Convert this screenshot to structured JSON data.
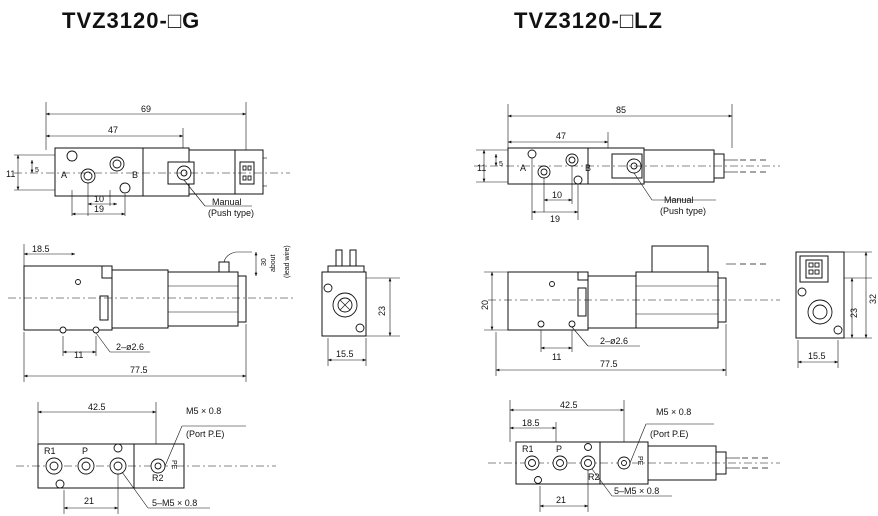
{
  "left": {
    "title": "TVZ3120-□G",
    "top_view": {
      "dim_total": "69",
      "dim_body": "47",
      "dim_height": "11",
      "dim_center": "5",
      "dim_port_a": "10",
      "dim_port_b": "19",
      "port_a": "A",
      "port_b": "B",
      "manual_label": "Manual",
      "manual_sub": "(Push type)"
    },
    "side_view": {
      "dim_left": "18.5",
      "dim_lead": "30",
      "about": "about",
      "lead_wire": "(lead wire)",
      "dim_holes_offset": "11",
      "holes_label": "2–ø2.6",
      "dim_total": "77.5"
    },
    "end_view": {
      "dim_height": "23",
      "dim_width": "15.5"
    },
    "bottom_view": {
      "dim_ports": "42.5",
      "thread_label": "M5 × 0.8",
      "port_pe_label": "(Port P.E)",
      "port_r1": "R1",
      "port_p": "P",
      "port_r2": "R2",
      "port_pe": "PE",
      "dim_spacing": "21",
      "ports_thread": "5–M5 × 0.8"
    }
  },
  "right": {
    "title": "TVZ3120-□LZ",
    "top_view": {
      "dim_total": "85",
      "dim_body": "47",
      "dim_height": "11",
      "dim_center": "5",
      "dim_port_a": "10",
      "dim_port_b": "19",
      "port_a": "A",
      "port_b": "B",
      "manual_label": "Manual",
      "manual_sub": "(Push type)"
    },
    "side_view": {
      "dim_height": "20",
      "dim_holes_offset": "11",
      "holes_label": "2–ø2.6",
      "dim_total": "77.5"
    },
    "end_view": {
      "dim_height_inner": "23",
      "dim_height_outer": "32",
      "dim_width": "15.5"
    },
    "bottom_view": {
      "dim_ports": "42.5",
      "dim_left": "18.5",
      "thread_label": "M5 × 0.8",
      "port_pe_label": "(Port P.E)",
      "port_r1": "R1",
      "port_p": "P",
      "port_r2": "R2",
      "port_pe": "PE",
      "dim_spacing": "21",
      "ports_thread": "5–M5 × 0.8"
    }
  }
}
